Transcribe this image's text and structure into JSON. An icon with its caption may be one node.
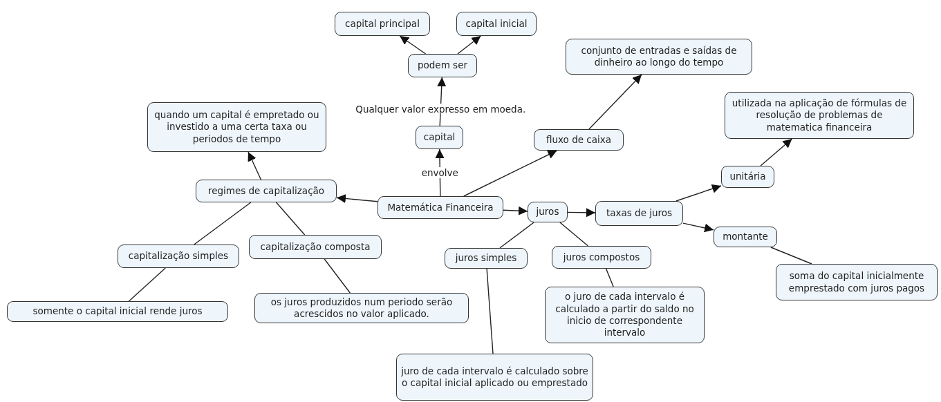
{
  "diagram": {
    "nodes": [
      {
        "text": [
          "Matemática Financeira"
        ]
      },
      {
        "text": [
          "capital"
        ]
      },
      {
        "text": [
          "podem ser"
        ]
      },
      {
        "text": [
          "capital principal"
        ]
      },
      {
        "text": [
          "capital inicial"
        ]
      },
      {
        "text": [
          "fluxo de caixa"
        ]
      },
      {
        "text": [
          "conjunto de entradas e saídas de dinheiro ao longo do tempo"
        ]
      },
      {
        "text": [
          "regimes de capitalização"
        ]
      },
      {
        "text": [
          "quando um capital é empretado ou investido a uma certa taxa ou periodos de tempo"
        ]
      },
      {
        "text": [
          "capitalização simples"
        ]
      },
      {
        "text": [
          "capitalização composta"
        ]
      },
      {
        "text": [
          "somente o capital inicial rende juros"
        ]
      },
      {
        "text": [
          "os juros produzidos num periodo serão acrescidos no valor aplicado."
        ]
      },
      {
        "text": [
          "juros"
        ]
      },
      {
        "text": [
          "taxas de juros"
        ]
      },
      {
        "text": [
          "juros simples"
        ]
      },
      {
        "text": [
          "juros compostos"
        ]
      },
      {
        "text": [
          "o juro de cada intervalo é calculado a partir do saldo no inicio de correspondente intervalo"
        ]
      },
      {
        "text": [
          "juro de cada intervalo é calculado sobre o capital inicial aplicado ou emprestado"
        ]
      },
      {
        "text": [
          "unitária"
        ]
      },
      {
        "text": [
          "utilizada na aplicação de fórmulas de resolução de problemas de matematica financeira"
        ]
      },
      {
        "text": [
          "montante"
        ]
      },
      {
        "text": [
          "soma do capital inicialmente emprestado com juros pagos"
        ]
      }
    ],
    "edges": [
      {
        "from": 0,
        "to": 1,
        "arrow": "to",
        "label": "envolve"
      },
      {
        "from": 1,
        "to": 2,
        "arrow": "to",
        "label": "Qualquer valor expresso em moeda."
      },
      {
        "from": 2,
        "to": 3,
        "arrow": "to"
      },
      {
        "from": 2,
        "to": 4,
        "arrow": "to"
      },
      {
        "from": 0,
        "to": 5,
        "arrow": "to"
      },
      {
        "from": 5,
        "to": 6,
        "arrow": "to"
      },
      {
        "from": 0,
        "to": 7,
        "arrow": "to"
      },
      {
        "from": 7,
        "to": 8,
        "arrow": "to"
      },
      {
        "from": 7,
        "to": 9,
        "arrow": "none"
      },
      {
        "from": 7,
        "to": 10,
        "arrow": "none"
      },
      {
        "from": 9,
        "to": 11,
        "arrow": "none"
      },
      {
        "from": 10,
        "to": 12,
        "arrow": "none"
      },
      {
        "from": 0,
        "to": 13,
        "arrow": "to"
      },
      {
        "from": 13,
        "to": 14,
        "arrow": "to"
      },
      {
        "from": 13,
        "to": 15,
        "arrow": "none"
      },
      {
        "from": 13,
        "to": 16,
        "arrow": "none"
      },
      {
        "from": 16,
        "to": 17,
        "arrow": "none"
      },
      {
        "from": 15,
        "to": 18,
        "arrow": "none"
      },
      {
        "from": 14,
        "to": 19,
        "arrow": "to"
      },
      {
        "from": 19,
        "to": 20,
        "arrow": "to"
      },
      {
        "from": 14,
        "to": 21,
        "arrow": "to"
      },
      {
        "from": 21,
        "to": 22,
        "arrow": "none"
      }
    ]
  }
}
